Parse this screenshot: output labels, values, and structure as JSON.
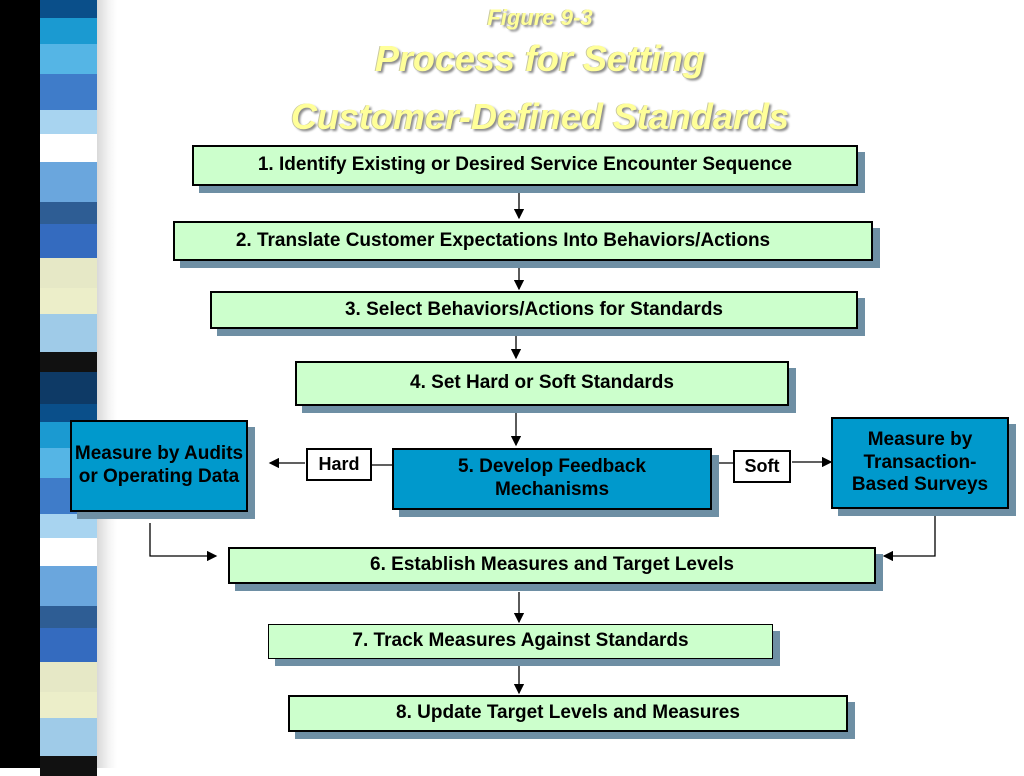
{
  "figure_label": "Figure 9-3",
  "title_line1": "Process for Setting",
  "title_line2": "Customer-Defined Standards",
  "steps": {
    "s1": "1. Identify Existing or Desired Service Encounter Sequence",
    "s2": "2. Translate Customer Expectations Into Behaviors/Actions",
    "s3": "3. Select Behaviors/Actions for Standards",
    "s4": "4. Set  Hard or Soft Standards",
    "s5": "5. Develop Feedback Mechanisms",
    "s6": "6. Establish Measures and Target Levels",
    "s7": "7. Track Measures Against Standards",
    "s8": "8.  Update Target Levels and Measures"
  },
  "branches": {
    "hard_label": "Hard",
    "soft_label": "Soft",
    "hard_measure": "Measure by Audits or Operating Data",
    "soft_measure": "Measure by Transaction-Based Surveys"
  },
  "colors": {
    "step_fill": "#ccffcc",
    "highlight_fill": "#0099cc",
    "title_color": "#ffff99",
    "shadow": "#6e8fa4"
  }
}
